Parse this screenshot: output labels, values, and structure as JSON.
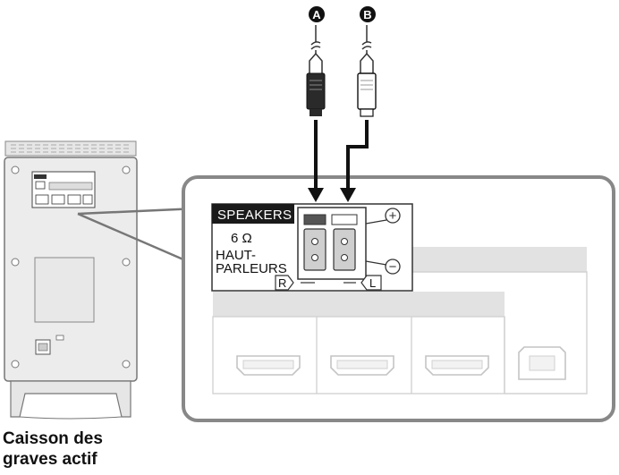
{
  "cable_labels": {
    "a": "A",
    "b": "B"
  },
  "panel": {
    "tag": "SPEAKERS",
    "impedance": "6 Ω",
    "label_line1": "HAUT-",
    "label_line2": "PARLEURS",
    "right_channel": "R",
    "left_channel": "L",
    "plus_symbol": "+",
    "minus_symbol": "−"
  },
  "caption": {
    "line1": "Caisson des",
    "line2": "graves actif"
  },
  "colors": {
    "line": "#333333",
    "panel_fill": "#ffffff",
    "body_fill": "#ececec",
    "body_stroke": "#777777",
    "jack_fill": "#cfcfcf"
  }
}
